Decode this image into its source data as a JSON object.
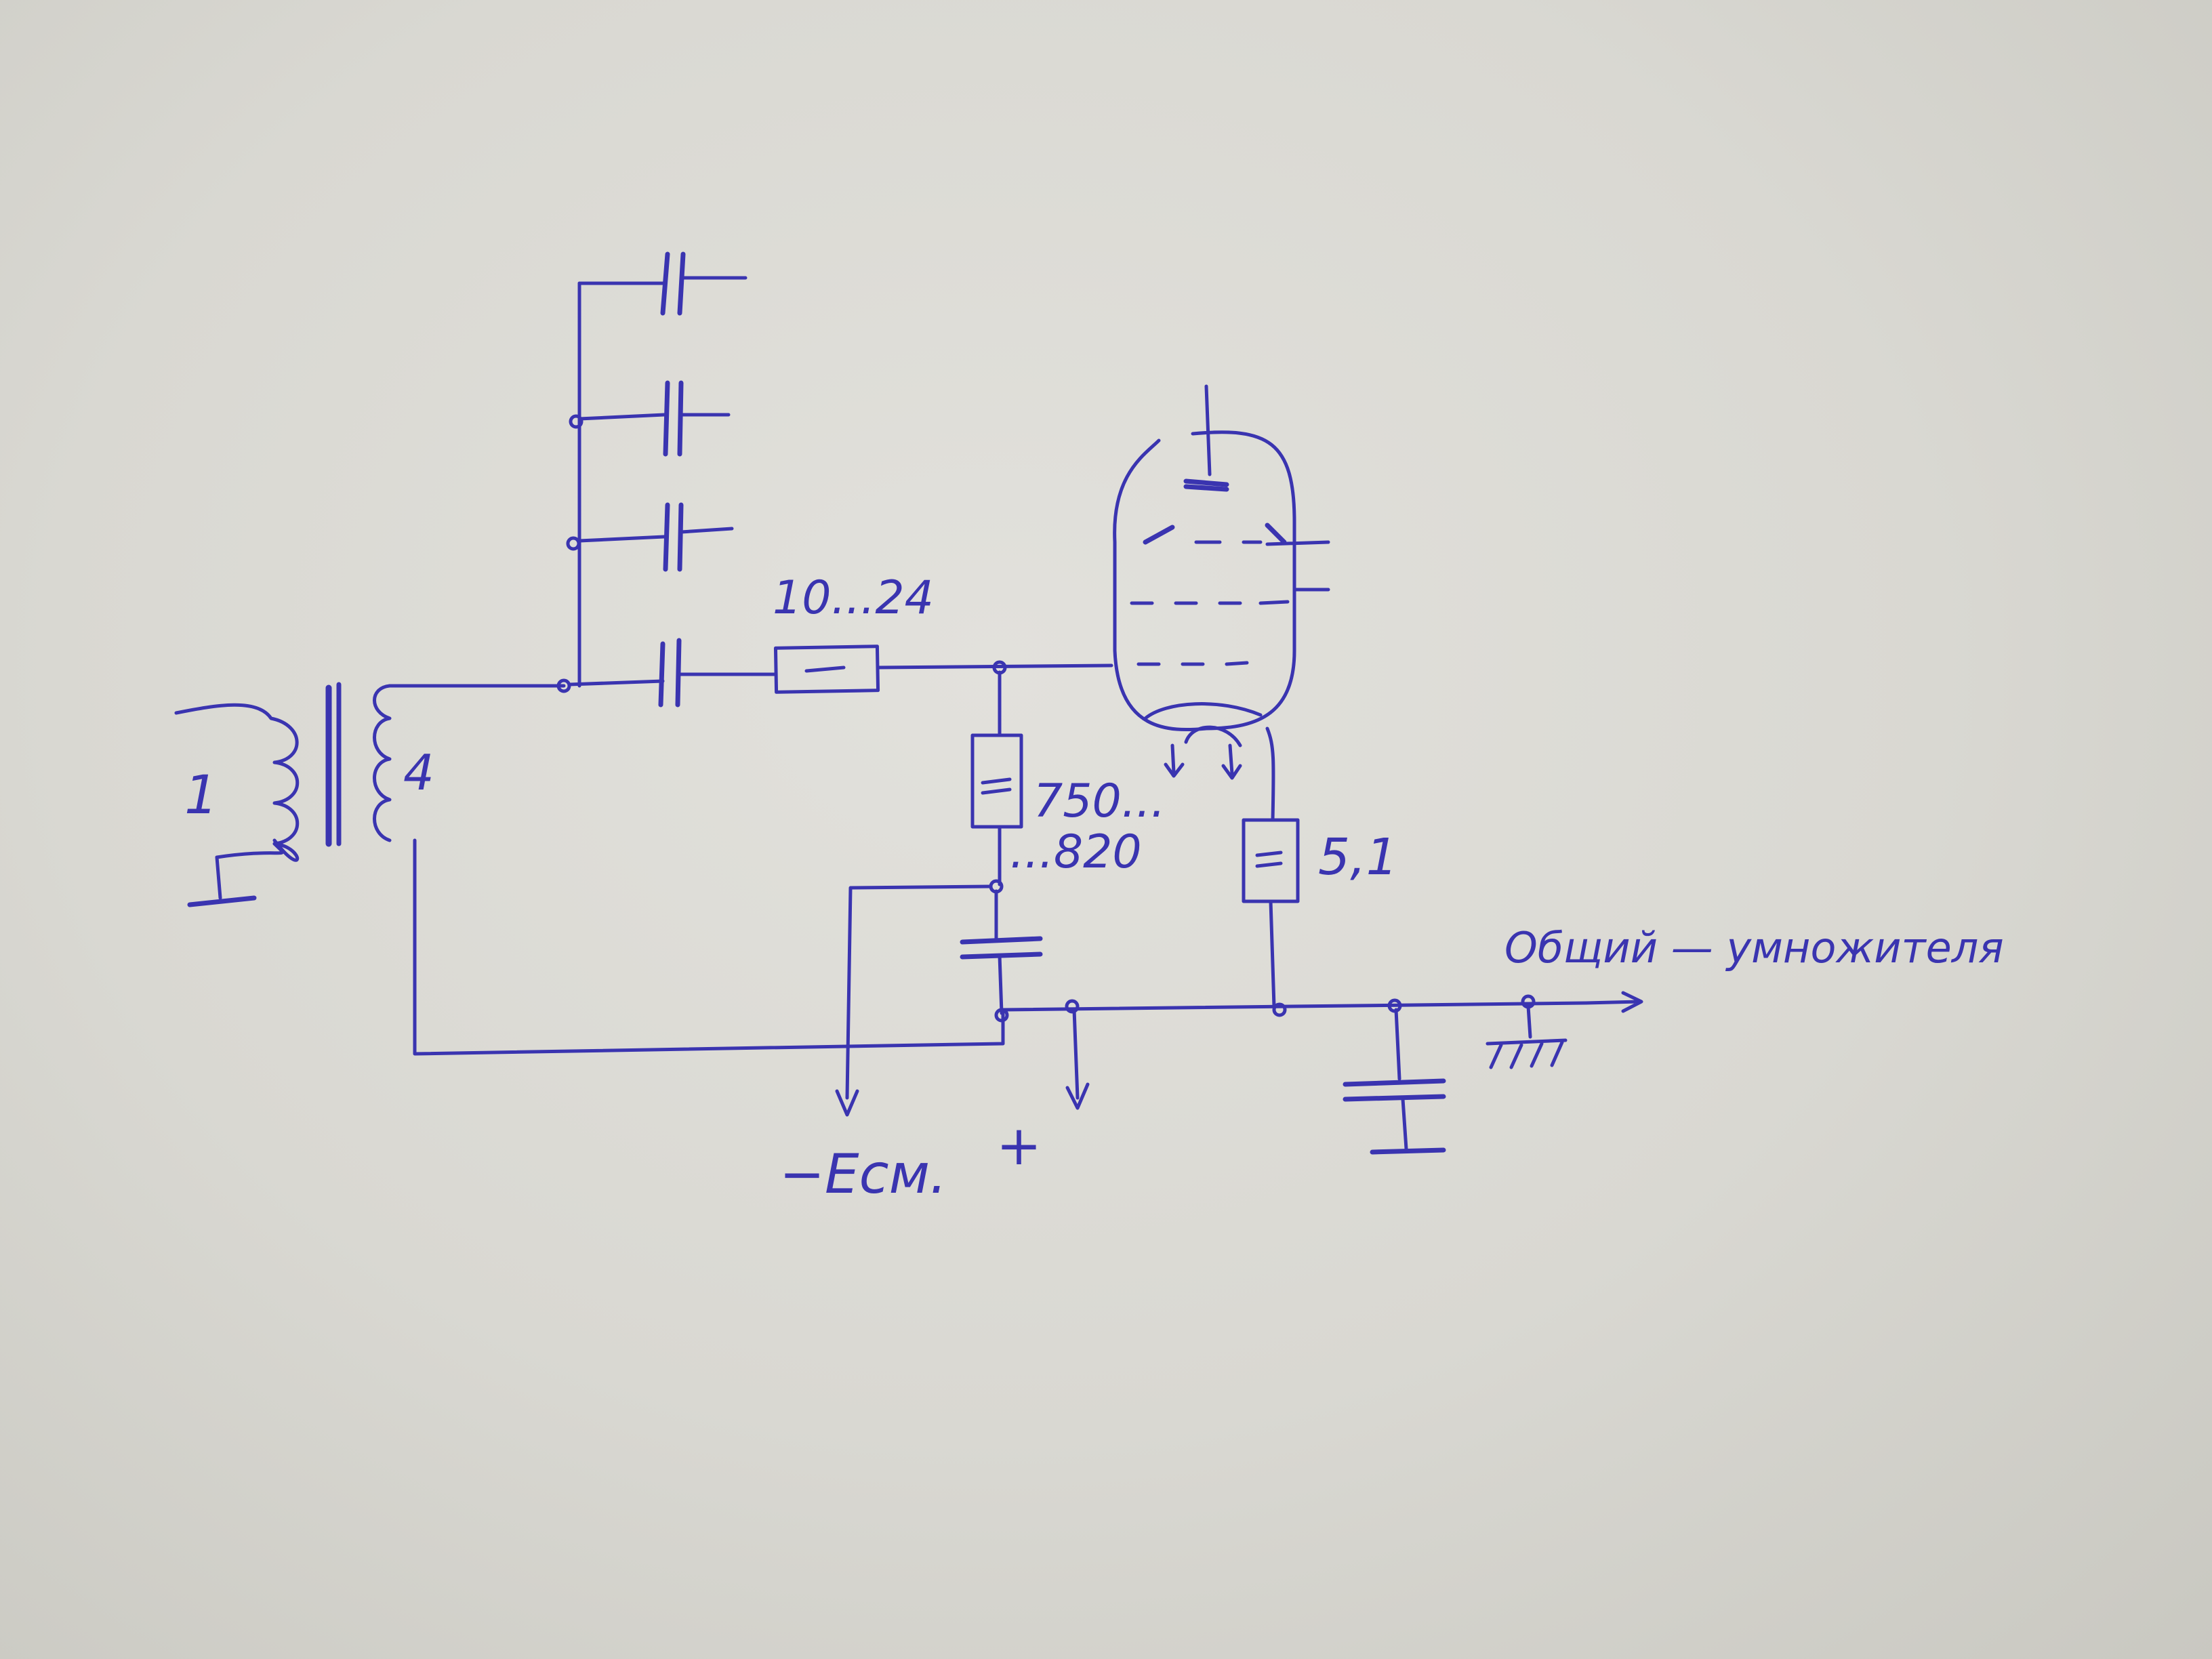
{
  "diagram": {
    "ink_color": "#3a34b0",
    "paper_color": "#dcdbd5",
    "labels": {
      "primary_turns": "1",
      "secondary_turns": "4",
      "series_resistor": "10...24",
      "grid_resistor_line1": "750...",
      "grid_resistor_line2": "...820",
      "cathode_resistor": "5,1",
      "bias_supply": "−Eсм.",
      "bias_plus": "+",
      "output_note": "Общий — умножителя"
    }
  }
}
